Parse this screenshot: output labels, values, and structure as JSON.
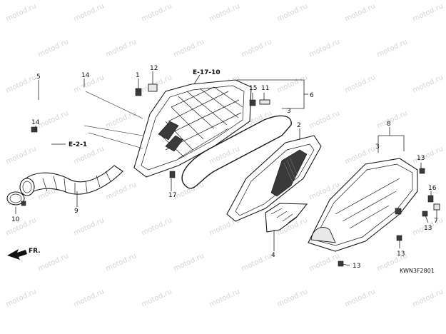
{
  "watermark": "motod.ru",
  "diagram_code": "KWN3F2801",
  "direction_label": "FR.",
  "reference_labels": {
    "e17": "E-17-10",
    "e2": "E-2-1"
  },
  "callouts": {
    "c1": "1",
    "c2": "2",
    "c3a": "3",
    "c3b": "3",
    "c4": "4",
    "c5": "5",
    "c6": "6",
    "c7": "7",
    "c8": "8",
    "c9": "9",
    "c10": "10",
    "c11": "11",
    "c12": "12",
    "c13a": "13",
    "c13b": "13",
    "c13c": "13",
    "c13d": "13",
    "c14a": "14",
    "c14b": "14",
    "c15": "15",
    "c16": "16",
    "c17": "17"
  }
}
